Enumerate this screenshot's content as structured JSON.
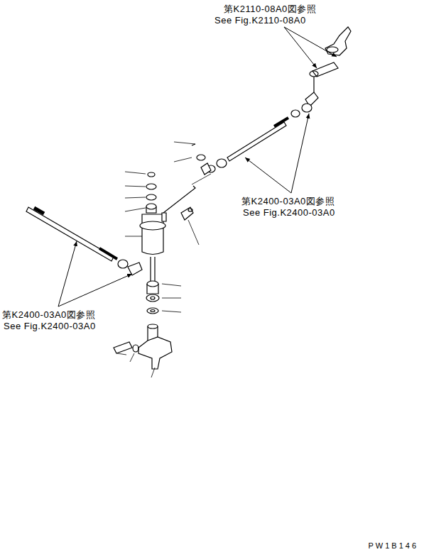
{
  "diagram": {
    "labels": [
      "第K2110-08A0図参照",
      "See Fig.K2110-08A0",
      "第K2400-03A0図参照",
      "See Fig.K2400-03A0",
      "第K2400-03A0図参照",
      "See Fig.K2400-03A0",
      "PW1B146"
    ]
  }
}
